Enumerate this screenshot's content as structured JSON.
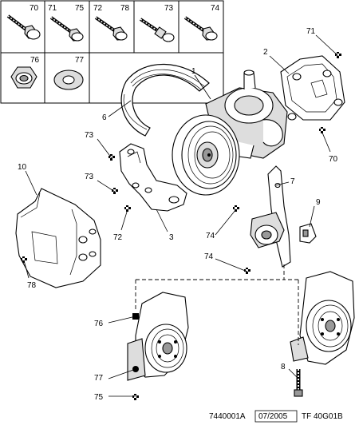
{
  "fastener_grid": {
    "cells": [
      {
        "id": "cell-70",
        "labels": [
          "70"
        ]
      },
      {
        "id": "cell-71-75",
        "labels": [
          "71",
          "75"
        ]
      },
      {
        "id": "cell-72-78",
        "labels": [
          "72",
          "78"
        ]
      },
      {
        "id": "cell-73",
        "labels": [
          "73"
        ]
      },
      {
        "id": "cell-74",
        "labels": [
          "74"
        ]
      },
      {
        "id": "cell-76",
        "labels": [
          "76"
        ]
      },
      {
        "id": "cell-77",
        "labels": [
          "77"
        ]
      }
    ]
  },
  "callouts": {
    "c1": "1",
    "c2": "2",
    "c3": "3",
    "c6": "6",
    "c7": "7",
    "c8": "8",
    "c9": "9",
    "c10": "10",
    "c70": "70",
    "c71": "71",
    "c72": "72",
    "c73a": "73",
    "c73b": "73",
    "c74a": "74",
    "c74b": "74",
    "c75": "75",
    "c76": "76",
    "c77": "77",
    "c78": "78"
  },
  "footer": {
    "ref_code": "7440001A",
    "date": "07/2005",
    "doc_code": "TF 40G01B"
  }
}
